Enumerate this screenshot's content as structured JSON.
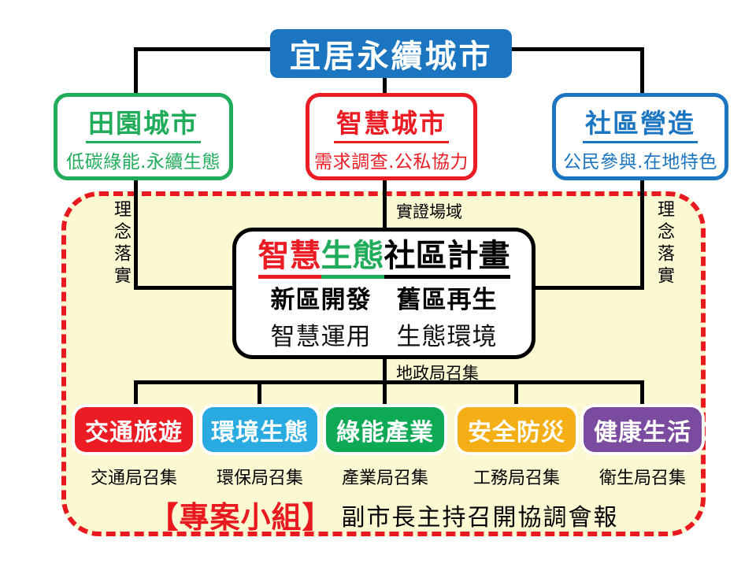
{
  "root": {
    "label": "宜居永續城市",
    "bg": "#1b75c1",
    "text_color": "#ffffff"
  },
  "pillars": [
    {
      "title": "田園城市",
      "subtitle": "低碳綠能.永續生態",
      "color": "#21ac5b"
    },
    {
      "title": "智慧城市",
      "subtitle": "需求調查.公私協力",
      "color": "#eb1c23"
    },
    {
      "title": "社區營造",
      "subtitle": "公民參與.在地特色",
      "color": "#1b75c1"
    }
  ],
  "edge_labels": {
    "left_vertical": "理念落實",
    "center": "實證場域",
    "right_vertical": "理念落實",
    "below_plan": "地政局召集"
  },
  "plan": {
    "segments": [
      {
        "text": "智慧",
        "color": "#eb1c23"
      },
      {
        "text": "生態",
        "color": "#21ac5b"
      },
      {
        "text": "社區計畫",
        "color": "#000000"
      }
    ],
    "line2": "新區開發　舊區再生",
    "line3": "智慧運用　生態環境"
  },
  "teams": [
    {
      "label": "交通旅遊",
      "caption": "交通局召集",
      "color": "#eb1c23"
    },
    {
      "label": "環境生態",
      "caption": "環保局召集",
      "color": "#29abe2"
    },
    {
      "label": "綠能產業",
      "caption": "產業局召集",
      "color": "#0da955"
    },
    {
      "label": "安全防災",
      "caption": "工務局召集",
      "color": "#f5af16"
    },
    {
      "label": "健康生活",
      "caption": "衛生局召集",
      "color": "#7a4b9e"
    }
  ],
  "footer": {
    "bracket": "【專案小組】",
    "bracket_color": "#e8191f",
    "text": "副市長主持召開協調會報"
  },
  "panel": {
    "bg": "#fbf9d1",
    "border_color": "#e8191f"
  },
  "line_color": "#000000"
}
